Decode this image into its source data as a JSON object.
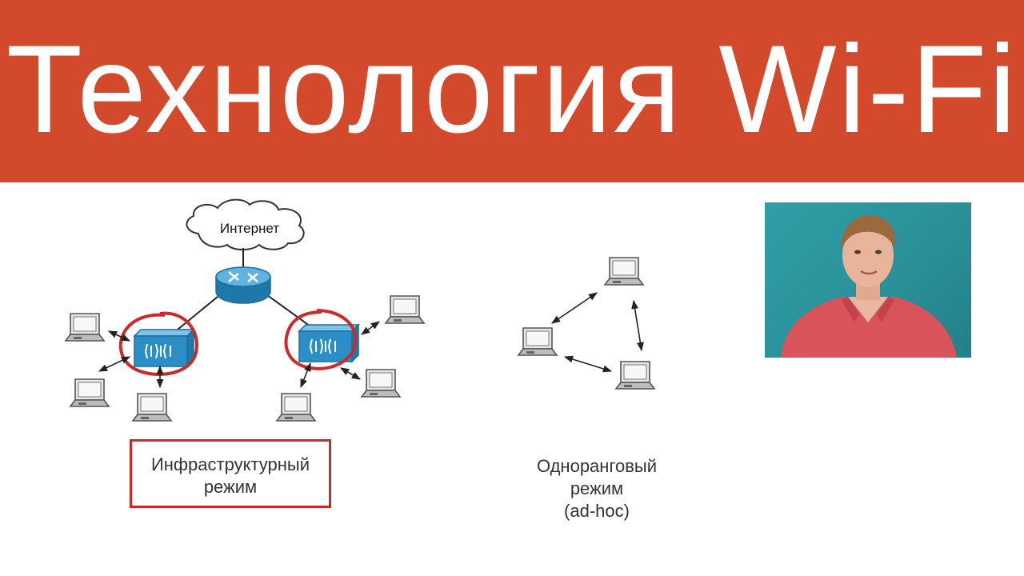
{
  "slide": {
    "title": "Технология Wi-Fi"
  },
  "diagram": {
    "cloud_label": "Интернет",
    "infrastructure_caption_line1": "Инфраструктурный",
    "infrastructure_caption_line2": "режим",
    "adhoc_caption_line1": "Одноранговый",
    "adhoc_caption_line2": "режим",
    "adhoc_caption_line3": "(ad-hoc)"
  },
  "colors": {
    "title_bar": "#d2492c",
    "title_text": "#ffffff",
    "highlight": "#cc2a2a",
    "router": "#2a8fc7",
    "access_point": "#2a8fc7",
    "presenter_background": "#2a8f98",
    "presenter_shirt": "#d9535a"
  },
  "icons": {
    "cloud": "cloud-icon",
    "router": "router-icon",
    "access_point": "access-point-icon",
    "laptop": "laptop-icon"
  }
}
